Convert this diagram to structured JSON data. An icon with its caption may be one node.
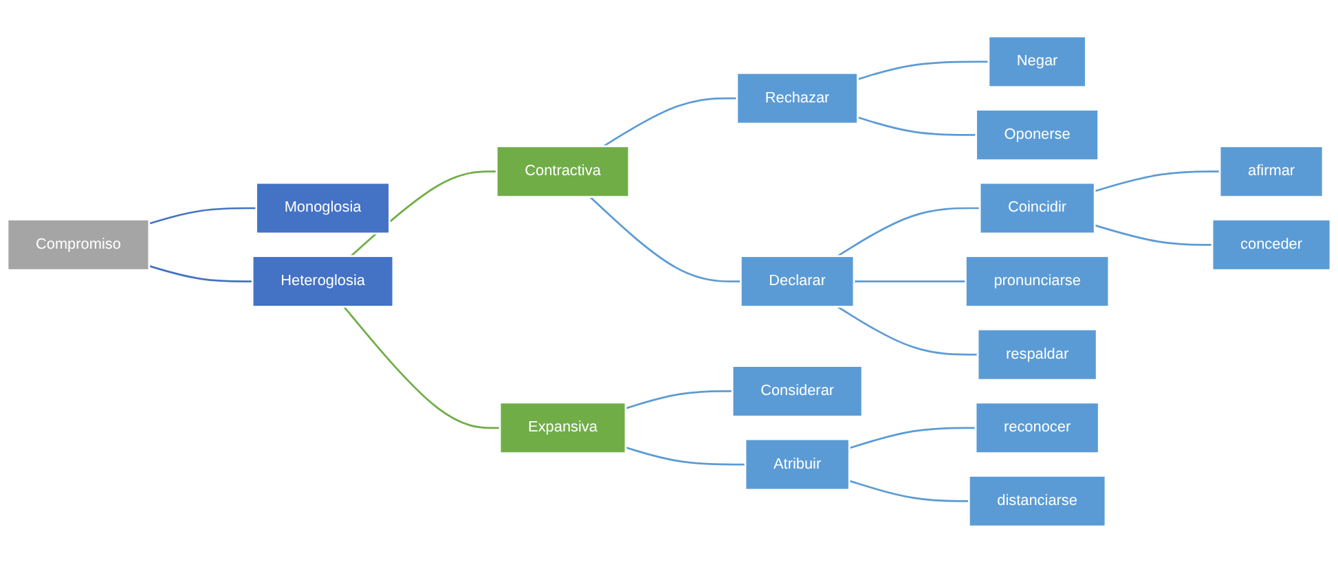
{
  "diagram": {
    "nodes": [
      {
        "text": [
          "Compromiso"
        ]
      },
      {
        "text": [
          "Monoglosia"
        ]
      },
      {
        "text": [
          "Heteroglosia"
        ]
      },
      {
        "text": [
          "Contractiva"
        ]
      },
      {
        "text": [
          "Expansiva"
        ]
      },
      {
        "text": [
          "Rechazar"
        ]
      },
      {
        "text": [
          "Declarar"
        ]
      },
      {
        "text": [
          "Considerar"
        ]
      },
      {
        "text": [
          "Atribuir"
        ]
      },
      {
        "text": [
          "Negar"
        ]
      },
      {
        "text": [
          "Oponerse"
        ]
      },
      {
        "text": [
          "Coincidir"
        ]
      },
      {
        "text": [
          "pronunciarse"
        ]
      },
      {
        "text": [
          "respaldar"
        ]
      },
      {
        "text": [
          "reconocer"
        ]
      },
      {
        "text": [
          "distanciarse"
        ]
      },
      {
        "text": [
          "afirmar"
        ]
      },
      {
        "text": [
          "conceder"
        ]
      }
    ],
    "edges": [
      {
        "from": 0,
        "to": 1,
        "arrow": "none",
        "color": "#4472c4"
      },
      {
        "from": 0,
        "to": 2,
        "arrow": "none",
        "color": "#4472c4"
      },
      {
        "from": 2,
        "to": 3,
        "arrow": "none",
        "color": "#70ad47"
      },
      {
        "from": 2,
        "to": 4,
        "arrow": "none",
        "color": "#70ad47"
      },
      {
        "from": 3,
        "to": 5,
        "arrow": "none"
      },
      {
        "from": 3,
        "to": 6,
        "arrow": "none"
      },
      {
        "from": 4,
        "to": 7,
        "arrow": "none"
      },
      {
        "from": 4,
        "to": 8,
        "arrow": "none"
      },
      {
        "from": 5,
        "to": 9,
        "arrow": "none"
      },
      {
        "from": 5,
        "to": 10,
        "arrow": "none"
      },
      {
        "from": 6,
        "to": 11,
        "arrow": "none"
      },
      {
        "from": 6,
        "to": 12,
        "arrow": "none"
      },
      {
        "from": 6,
        "to": 13,
        "arrow": "none"
      },
      {
        "from": 8,
        "to": 14,
        "arrow": "none"
      },
      {
        "from": 8,
        "to": 15,
        "arrow": "none"
      },
      {
        "from": 11,
        "to": 16,
        "arrow": "none"
      },
      {
        "from": 11,
        "to": 17,
        "arrow": "none"
      }
    ]
  }
}
